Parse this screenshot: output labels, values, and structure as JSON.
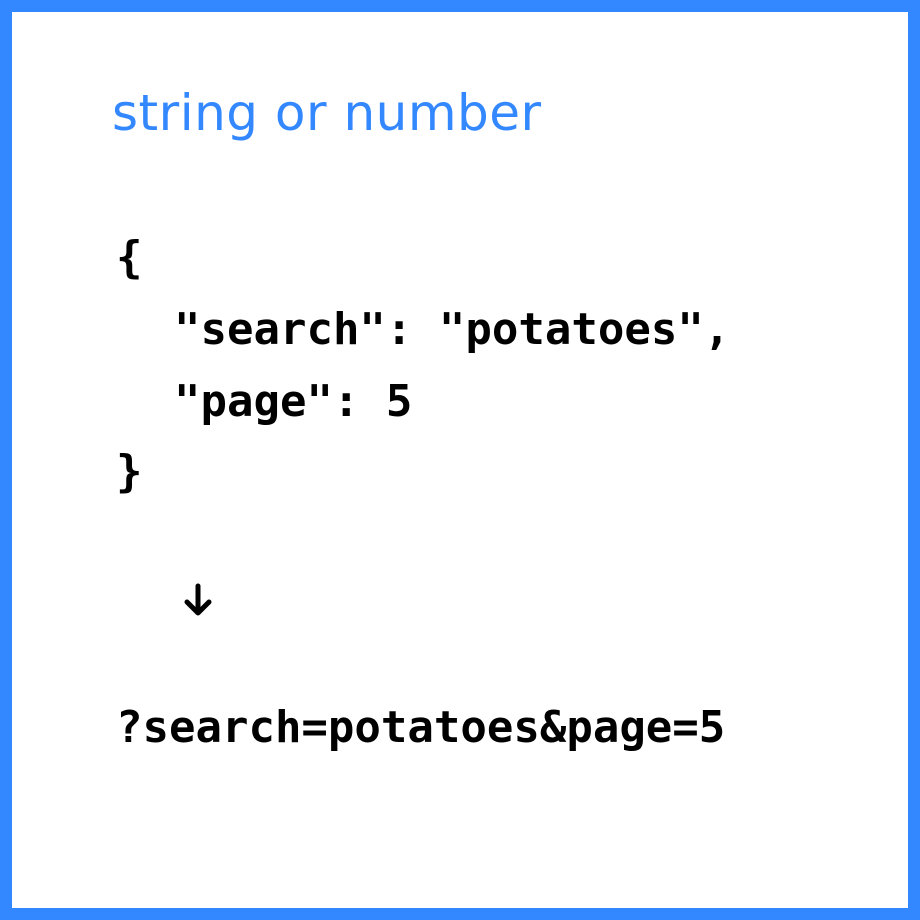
{
  "heading": {
    "text": "string or number",
    "color": "#3388ff"
  },
  "json_example": {
    "open_brace": "{",
    "line_search": "\"search\": \"potatoes\",",
    "line_page": "\"page\": 5",
    "close_brace": "}"
  },
  "arrow": {
    "icon": "arrow-down-icon"
  },
  "query_string": {
    "text": "?search=potatoes&page=5"
  },
  "colors": {
    "border": "#3388ff",
    "text": "#000000",
    "background": "#ffffff"
  }
}
